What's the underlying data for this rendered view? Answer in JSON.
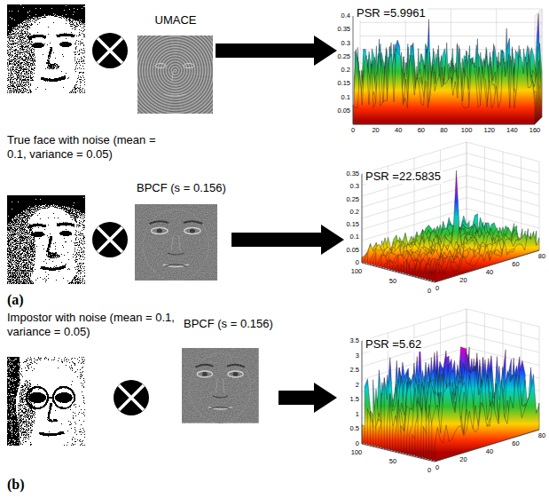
{
  "diagram": {
    "nodes": [
      {
        "text": [
          "UMACE"
        ]
      },
      {
        "text": [
          "PSR =5.9961"
        ]
      },
      {
        "text": [
          "BPCF (s = 0.156)"
        ]
      },
      {
        "text": [
          "PSR =22.5835"
        ]
      },
      {
        "text": [
          "BPCF (s = 0.156)"
        ]
      },
      {
        "text": [
          "PSR =5.62"
        ]
      }
    ],
    "edges": [
      {
        "from": 0,
        "to": 1,
        "arrow": "to"
      },
      {
        "from": 2,
        "to": 3,
        "arrow": "to"
      },
      {
        "from": 4,
        "to": 5,
        "arrow": "to"
      }
    ],
    "labels": [
      "True face with noise (mean = 0.1, variance = 0.05)",
      "(a)",
      "Impostor with noise (mean = 0.1, variance = 0.05)",
      "(b)",
      "0.4",
      "0.35",
      "0.3",
      "0.25",
      "0.2",
      "0.15",
      "0.1",
      "0.05",
      "0",
      "20",
      "40",
      "60",
      "80",
      "100",
      "120",
      "140",
      "160",
      "0.35",
      "0.3",
      "0.25",
      "0.2",
      "0.15",
      "0.1",
      "0.05",
      "0",
      "100",
      "50",
      "0",
      "0",
      "20",
      "40",
      "60",
      "80",
      "3.5",
      "3",
      "2.5",
      "2",
      "1.5",
      "1",
      "0.5",
      "0",
      "100",
      "50",
      "0",
      "0",
      "20",
      "40",
      "60",
      "80"
    ]
  }
}
